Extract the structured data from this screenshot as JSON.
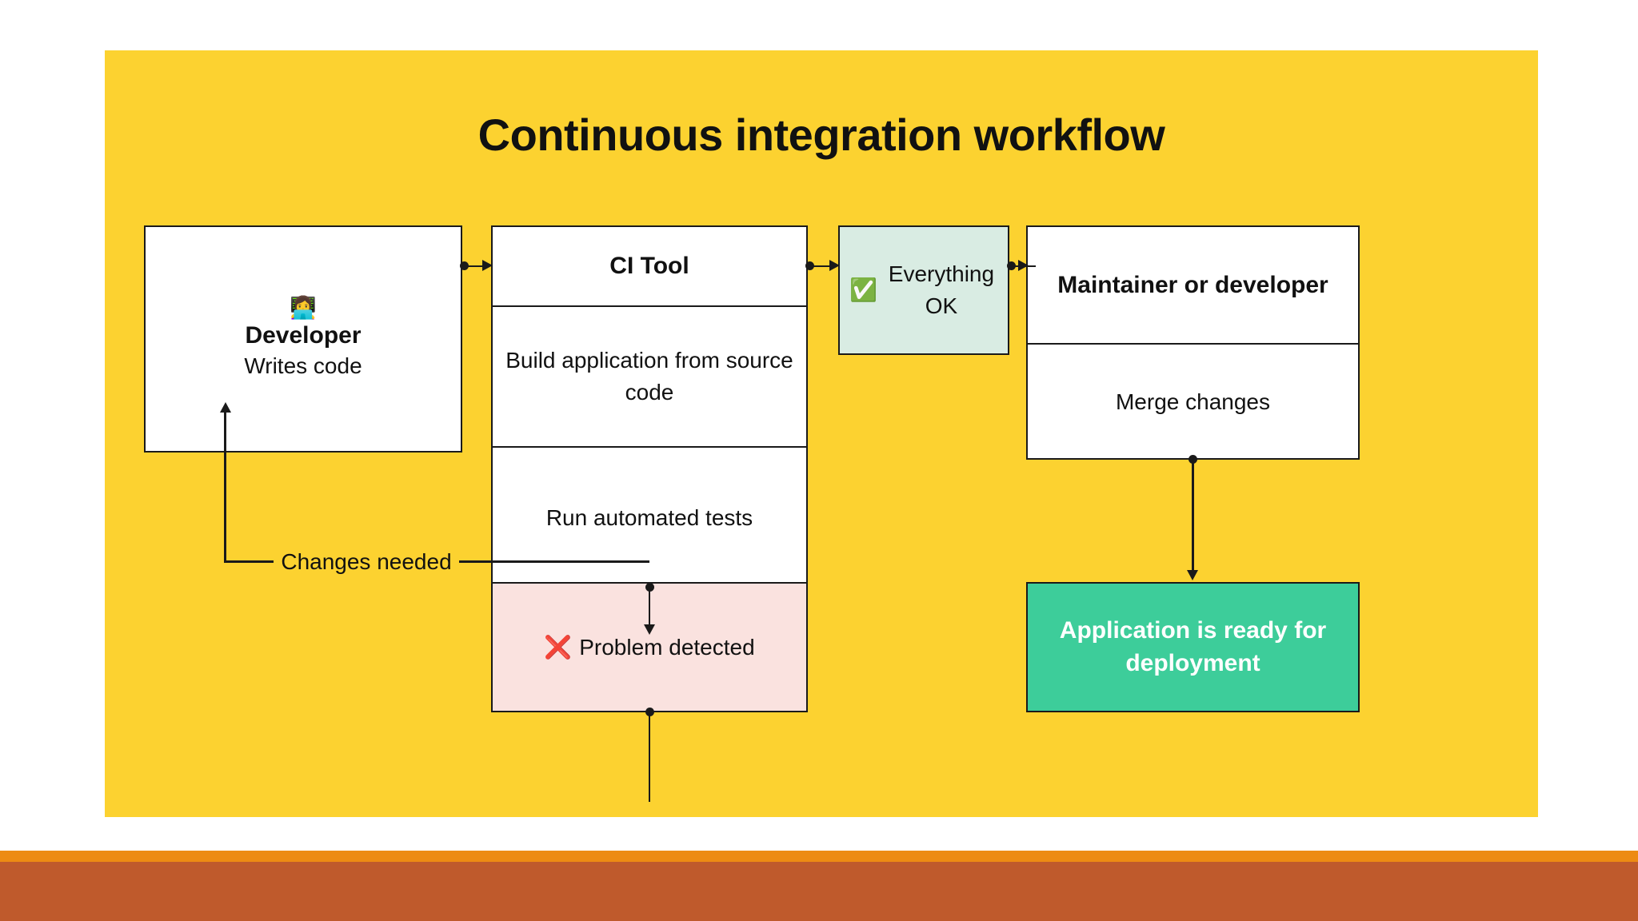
{
  "slide": {
    "title": "Continuous integration workflow",
    "canvas_color": "#fcd230",
    "accent_orange": "#ed8b13",
    "accent_brick": "#bf5a2c"
  },
  "nodes": {
    "developer": {
      "icon": "person-at-laptop-emoji",
      "icon_glyph": "👩‍💻",
      "title": "Developer",
      "body": "Writes code"
    },
    "ci_tool": {
      "title": "CI Tool",
      "step_build": "Build application from source code",
      "step_tests": "Run automated tests"
    },
    "everything_ok": {
      "icon": "check-mark-button-emoji",
      "icon_glyph": "✅",
      "label": "Everything OK",
      "color": "#d9ece3"
    },
    "maintainer": {
      "title": "Maintainer or developer",
      "body": "Merge changes"
    },
    "problem": {
      "icon": "cross-mark-emoji",
      "icon_glyph": "❌",
      "label": "Problem detected",
      "color": "#fae2df"
    },
    "ready": {
      "label": "Application is ready for deployment",
      "color": "#3dcd9a"
    }
  },
  "connectors": {
    "developer_to_ci": "",
    "ci_to_ok": "",
    "ok_to_maintainer": "",
    "ci_to_problem": "",
    "maintainer_to_ready": "",
    "problem_to_developer_label": "Changes needed"
  }
}
